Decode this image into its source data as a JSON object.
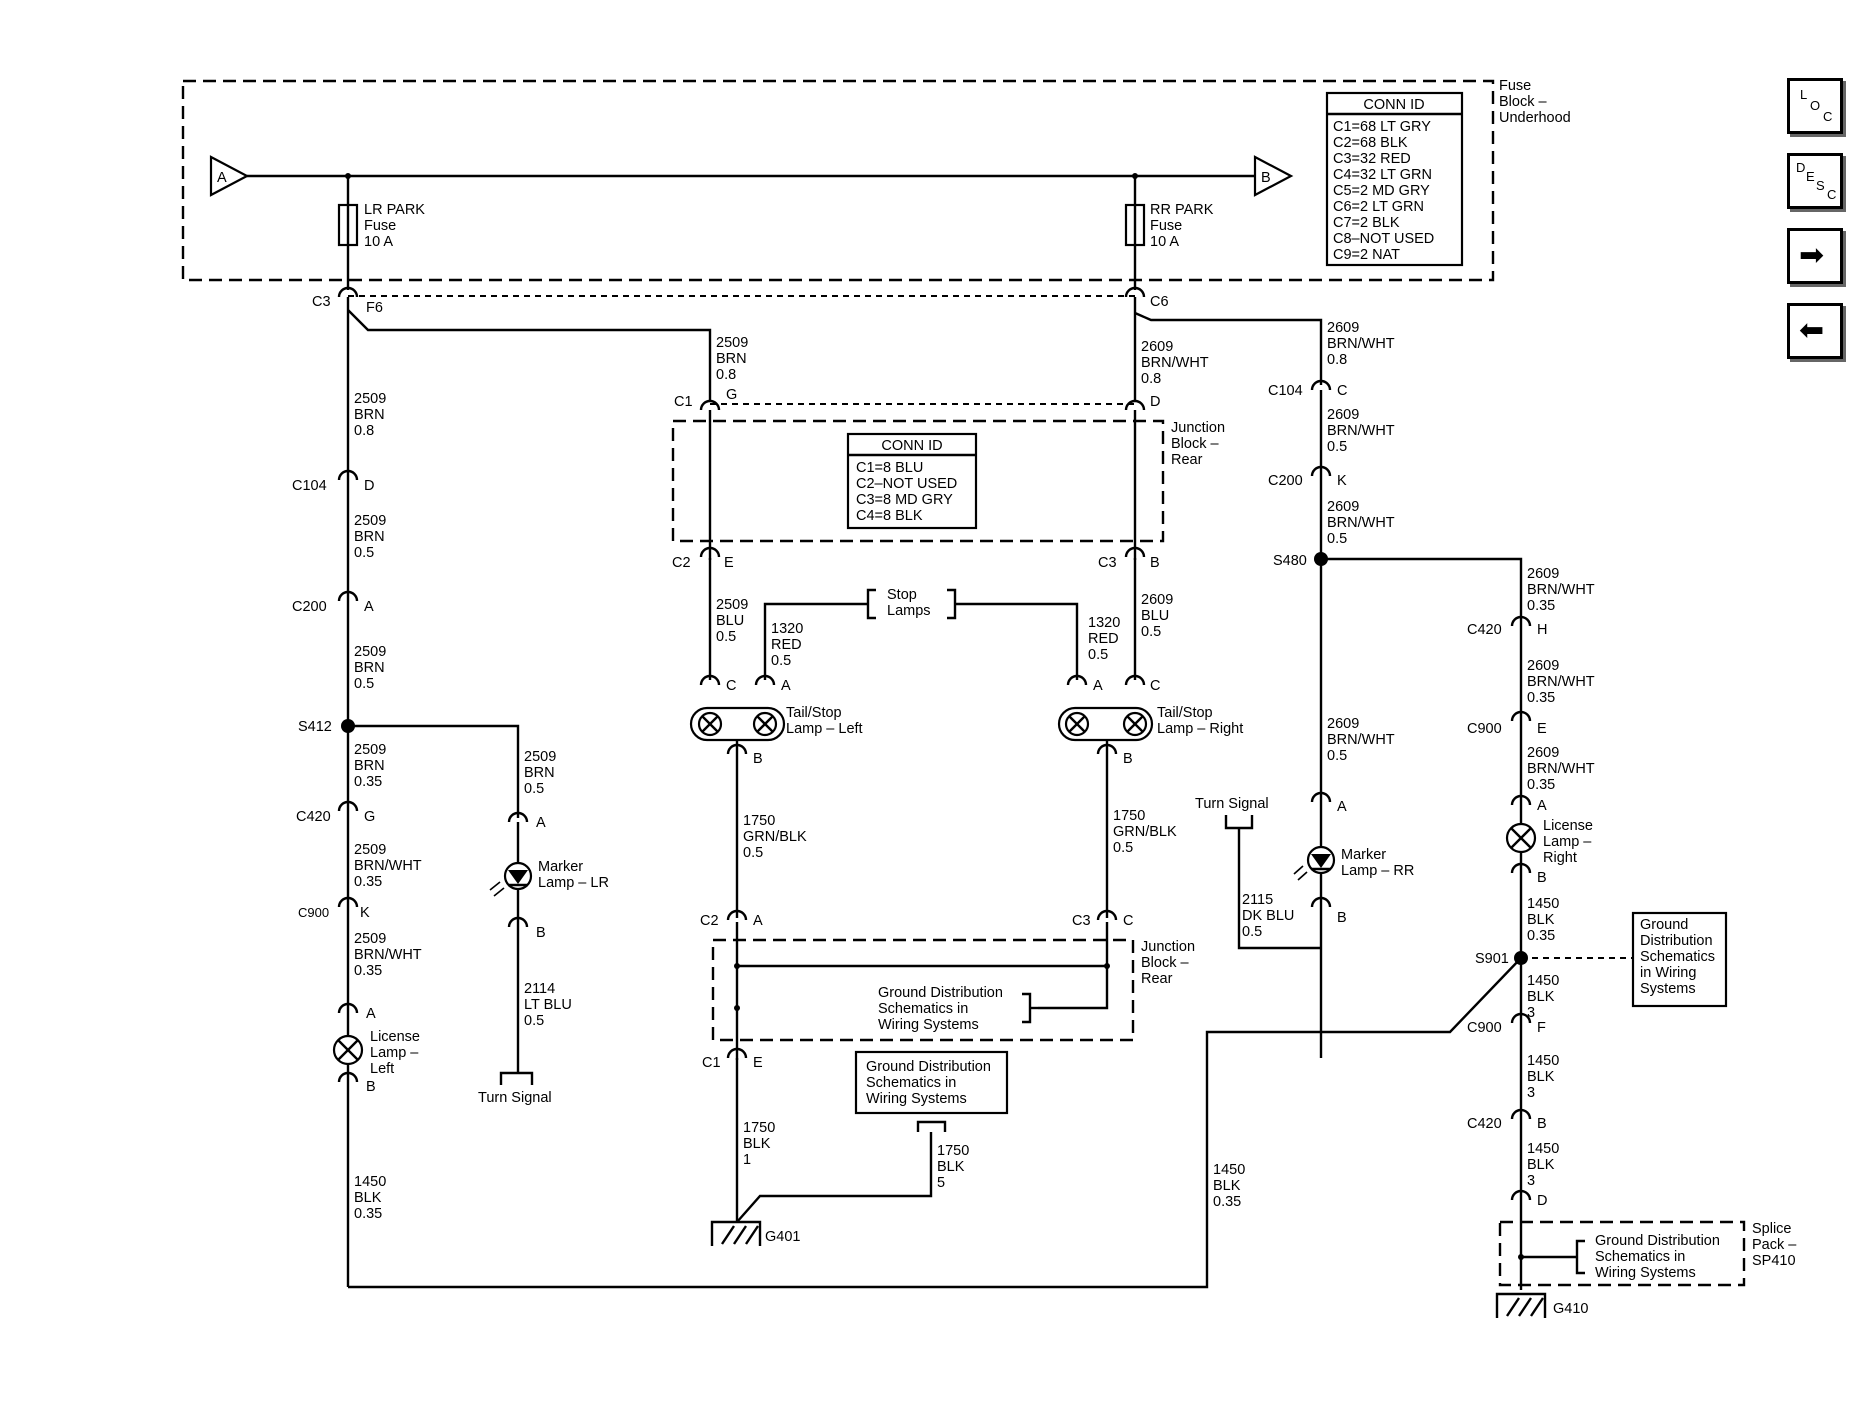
{
  "nav": {
    "loc": [
      "L",
      "O",
      "C"
    ],
    "desc": [
      "D",
      "E",
      "S",
      "C"
    ],
    "next_glyph": "➡",
    "prev_glyph": "⬅"
  },
  "fuse_block": {
    "label": [
      "Fuse",
      "Block –",
      "Underhood"
    ],
    "input_a": "A",
    "output_b": "B",
    "lr_fuse": [
      "LR PARK",
      "Fuse",
      "10 A"
    ],
    "rr_fuse": [
      "RR PARK",
      "Fuse",
      "10 A"
    ],
    "conn_title": "CONN ID",
    "conn_rows": [
      "C1=68 LT GRY",
      "C2=68 BLK",
      "C3=32 RED",
      "C4=32 LT GRN",
      "C5=2 MD GRY",
      "C6=2 LT GRN",
      "C7=2 BLK",
      "C8–NOT USED",
      "C9=2 NAT"
    ]
  },
  "junction_block": {
    "label": [
      "Junction",
      "Block –",
      "Rear"
    ],
    "conn_title": "CONN ID",
    "conn_rows": [
      "C1=8 BLU",
      "C2–NOT USED",
      "C3=8 MD GRY",
      "C4=8 BLK"
    ]
  },
  "labels": {
    "c3": "C3",
    "f6": "F6",
    "c6": "C6",
    "left": {
      "w1": [
        "2509",
        "BRN",
        "0.8"
      ],
      "c104": "C104",
      "c104_pin": "D",
      "w2": [
        "2509",
        "BRN",
        "0.5"
      ],
      "c200": "C200",
      "c200_pin": "A",
      "w3": [
        "2509",
        "BRN",
        "0.5"
      ],
      "s412": "S412",
      "w4": [
        "2509",
        "BRN",
        "0.35"
      ],
      "c420": "C420",
      "c420_pin": "G",
      "w5": [
        "2509",
        "BRN/WHT",
        "0.35"
      ],
      "c900": "C900",
      "c900_pin": "K",
      "w6": [
        "2509",
        "BRN/WHT",
        "0.35"
      ],
      "lamp_pin_a": "A",
      "lamp": [
        "License",
        "Lamp –",
        "Left"
      ],
      "lamp_pin_b": "B",
      "w7": [
        "1450",
        "BLK",
        "0.35"
      ],
      "marker_wire": [
        "2509",
        "BRN",
        "0.5"
      ],
      "marker_pin_a": "A",
      "marker": [
        "Marker",
        "Lamp – LR"
      ],
      "marker_pin_b": "B",
      "marker_out": [
        "2114",
        "LT BLU",
        "0.5"
      ],
      "turn": "Turn Signal"
    },
    "center": {
      "c1": "C1",
      "c1_pin_g": "G",
      "c1_pin_d": "D",
      "w_g": [
        "2509",
        "BRN",
        "0.8"
      ],
      "w_d": [
        "2609",
        "BRN/WHT",
        "0.8"
      ],
      "c2": "C2",
      "c2_pin": "E",
      "c3": "C3",
      "c3_pin": "B",
      "wl": [
        "2509",
        "BLU",
        "0.5"
      ],
      "wr": [
        "2609",
        "BLU",
        "0.5"
      ],
      "stop": [
        "Stop",
        "Lamps"
      ],
      "red_l": [
        "1320",
        "RED",
        "0.5"
      ],
      "red_r": [
        "1320",
        "RED",
        "0.5"
      ],
      "pin_c": "C",
      "pin_a": "A",
      "pin_b": "B",
      "lamp_l": [
        "Tail/Stop",
        "Lamp – Left"
      ],
      "lamp_r": [
        "Tail/Stop",
        "Lamp – Right"
      ],
      "gnd_l": [
        "1750",
        "GRN/BLK",
        "0.5"
      ],
      "gnd_r": [
        "1750",
        "GRN/BLK",
        "0.5"
      ],
      "c2b": "C2",
      "c2b_pin": "A",
      "c3b": "C3",
      "c3b_pin": "C",
      "gds": [
        "Ground Distribution",
        "Schematics in",
        "Wiring Systems"
      ],
      "c1b": "C1",
      "c1b_pin": "E",
      "blk1": [
        "1750",
        "BLK",
        "1"
      ],
      "blk5": [
        "1750",
        "BLK",
        "5"
      ],
      "g401": "G401",
      "main_gnd": [
        "1450",
        "BLK",
        "0.35"
      ]
    },
    "right": {
      "w1": [
        "2609",
        "BRN/WHT",
        "0.8"
      ],
      "c104": "C104",
      "c104_pin": "C",
      "w2": [
        "2609",
        "BRN/WHT",
        "0.5"
      ],
      "c200": "C200",
      "c200_pin": "K",
      "w3": [
        "2609",
        "BRN/WHT",
        "0.5"
      ],
      "s480": "S480",
      "w4": [
        "2609",
        "BRN/WHT",
        "0.5"
      ],
      "turn": "Turn Signal",
      "marker_pin_a": "A",
      "marker": [
        "Marker",
        "Lamp – RR"
      ],
      "marker_pin_b": "B",
      "dkblu": [
        "2115",
        "DK BLU",
        "0.5"
      ],
      "lw1": [
        "2609",
        "BRN/WHT",
        "0.35"
      ],
      "c420": "C420",
      "c420_pin": "H",
      "lw2": [
        "2609",
        "BRN/WHT",
        "0.35"
      ],
      "c900": "C900",
      "c900_pin": "E",
      "lw3": [
        "2609",
        "BRN/WHT",
        "0.35"
      ],
      "lamp_pin_a": "A",
      "lamp": [
        "License",
        "Lamp –",
        "Right"
      ],
      "lamp_pin_b": "B",
      "lw4": [
        "1450",
        "BLK",
        "0.35"
      ],
      "s901": "S901",
      "gds": [
        "Ground",
        "Distribution",
        "Schematics",
        "in Wiring",
        "Systems"
      ],
      "lw5": [
        "1450",
        "BLK",
        "3"
      ],
      "c900b": "C900",
      "c900b_pin": "F",
      "lw6": [
        "1450",
        "BLK",
        "3"
      ],
      "c420b": "C420",
      "c420b_pin": "B",
      "lw7": [
        "1450",
        "BLK",
        "3"
      ],
      "pin_d": "D",
      "splice": [
        "Splice",
        "Pack –",
        "SP410"
      ],
      "gds2": [
        "Ground Distribution",
        "Schematics in",
        "Wiring Systems"
      ],
      "g410": "G410"
    }
  }
}
